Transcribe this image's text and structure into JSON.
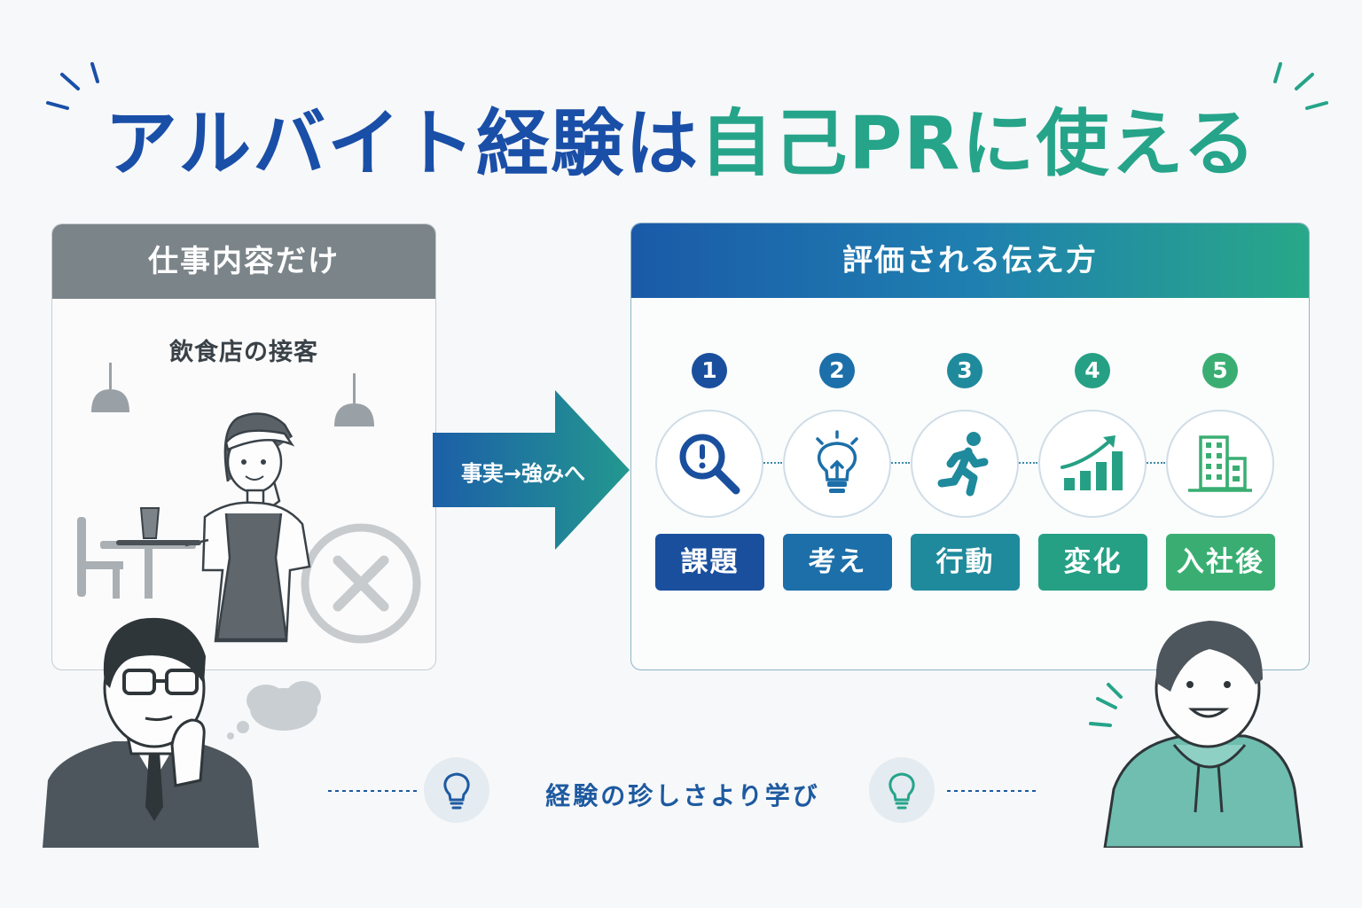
{
  "title": {
    "part1": "アルバイト経験は",
    "part2": "自己PRに使える"
  },
  "left_panel": {
    "header": "仕事内容だけ",
    "subtitle": "飲食店の接客"
  },
  "arrow": {
    "label": "事実→強みへ"
  },
  "right_panel": {
    "header": "評価される伝え方",
    "steps": [
      {
        "number": "1",
        "label": "課題",
        "icon": "search-alert-icon",
        "color": "#1a4f9e"
      },
      {
        "number": "2",
        "label": "考え",
        "icon": "lightbulb-icon",
        "color": "#1c6fa8"
      },
      {
        "number": "3",
        "label": "行動",
        "icon": "running-person-icon",
        "color": "#1f8a9c"
      },
      {
        "number": "4",
        "label": "変化",
        "icon": "growth-chart-icon",
        "color": "#26a084"
      },
      {
        "number": "5",
        "label": "入社後",
        "icon": "office-building-icon",
        "color": "#3aae72"
      }
    ]
  },
  "bottom": {
    "text": "経験の珍しさより学び"
  },
  "colors": {
    "blue": "#1a4fa8",
    "green": "#25a48a",
    "gray": "#7b8489"
  }
}
